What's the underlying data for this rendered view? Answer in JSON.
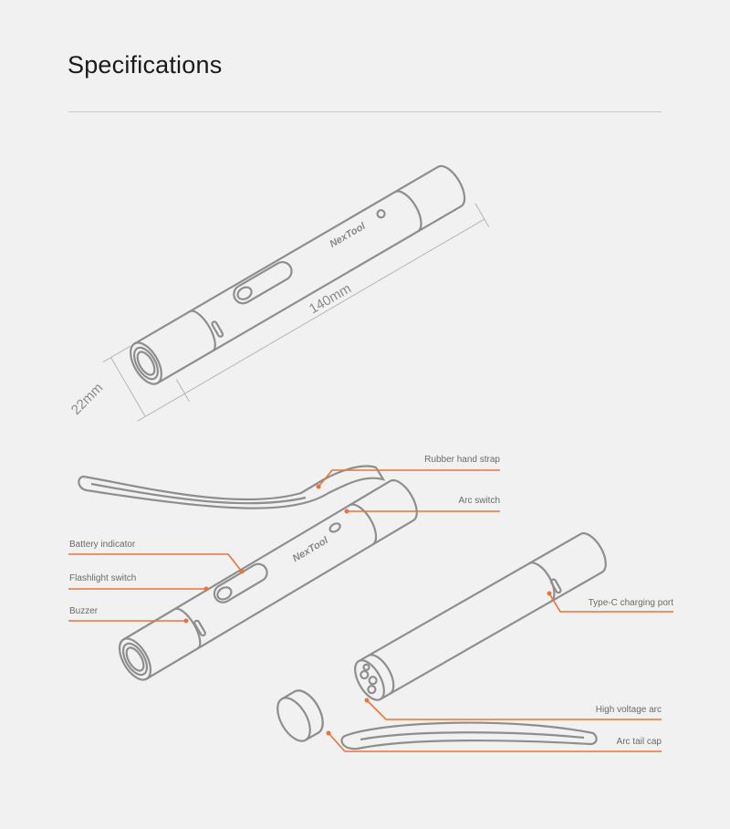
{
  "title": "Specifications",
  "dimensions": {
    "length": "140mm",
    "diameter": "22mm"
  },
  "brand": "NexTool",
  "callouts": {
    "rubber_hand_strap": "Rubber hand strap",
    "arc_switch": "Arc switch",
    "battery_indicator": "Battery indicator",
    "flashlight_switch": "Flashlight switch",
    "buzzer": "Buzzer",
    "type_c_port": "Type-C charging port",
    "high_voltage_arc": "High voltage arc",
    "arc_tail_cap": "Arc tail cap"
  },
  "colors": {
    "accent": "#e8743b",
    "outline": "#8e8e8e",
    "background": "#f1f1f1"
  }
}
